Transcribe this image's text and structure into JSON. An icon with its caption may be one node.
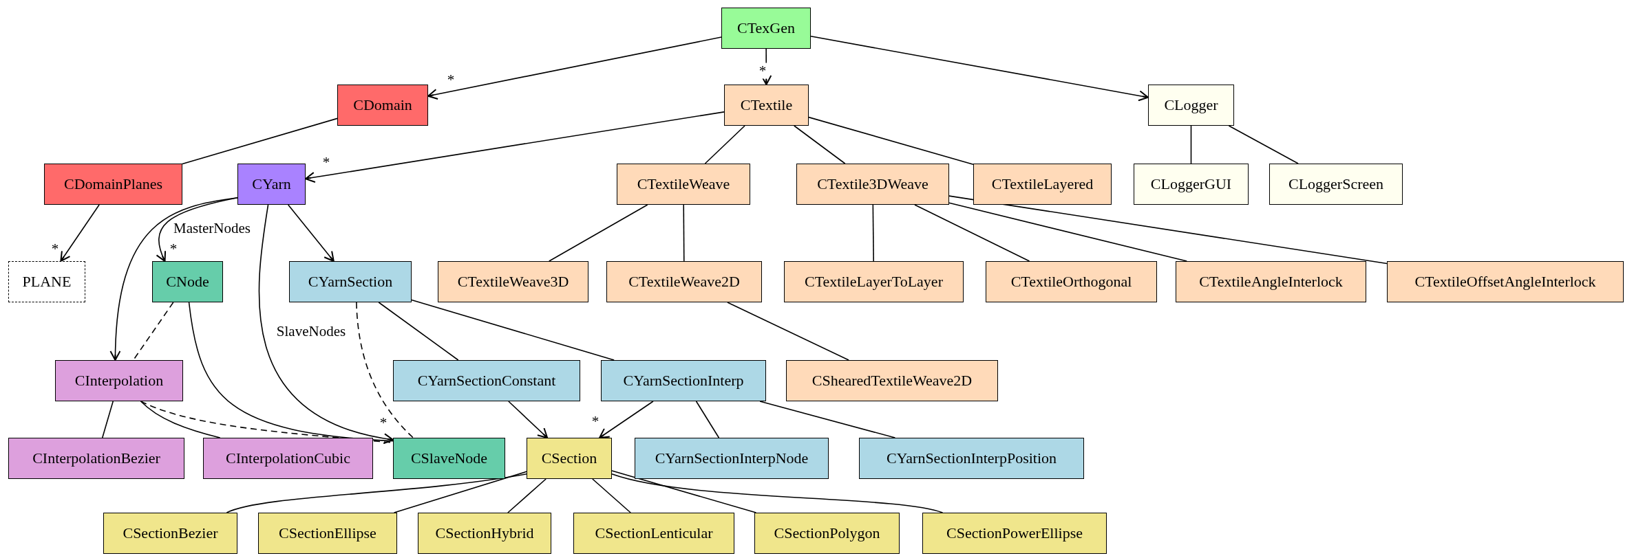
{
  "diagram": {
    "nodes": [
      {
        "text": [
          "CTexGen"
        ]
      },
      {
        "text": [
          "CDomain"
        ]
      },
      {
        "text": [
          "CTextile"
        ]
      },
      {
        "text": [
          "CLogger"
        ]
      },
      {
        "text": [
          "CDomainPlanes"
        ]
      },
      {
        "text": [
          "CYarn"
        ]
      },
      {
        "text": [
          "CTextileWeave"
        ]
      },
      {
        "text": [
          "CTextile3DWeave"
        ]
      },
      {
        "text": [
          "CTextileLayered"
        ]
      },
      {
        "text": [
          "CLoggerGUI"
        ]
      },
      {
        "text": [
          "CLoggerScreen"
        ]
      },
      {
        "text": [
          "PLANE"
        ]
      },
      {
        "text": [
          "CNode"
        ]
      },
      {
        "text": [
          "CYarnSection"
        ]
      },
      {
        "text": [
          "CTextileWeave3D"
        ]
      },
      {
        "text": [
          "CTextileWeave2D"
        ]
      },
      {
        "text": [
          "CTextileLayerToLayer"
        ]
      },
      {
        "text": [
          "CTextileOrthogonal"
        ]
      },
      {
        "text": [
          "CTextileAngleInterlock"
        ]
      },
      {
        "text": [
          "CTextileOffsetAngleInterlock"
        ]
      },
      {
        "text": [
          "CInterpolation"
        ]
      },
      {
        "text": [
          "CYarnSectionConstant"
        ]
      },
      {
        "text": [
          "CYarnSectionInterp"
        ]
      },
      {
        "text": [
          "CShearedTextileWeave2D"
        ]
      },
      {
        "text": [
          "CInterpolationBezier"
        ]
      },
      {
        "text": [
          "CInterpolationCubic"
        ]
      },
      {
        "text": [
          "CSlaveNode"
        ]
      },
      {
        "text": [
          "CSection"
        ]
      },
      {
        "text": [
          "CYarnSectionInterpNode"
        ]
      },
      {
        "text": [
          "CYarnSectionInterpPosition"
        ]
      },
      {
        "text": [
          "CSectionBezier"
        ]
      },
      {
        "text": [
          "CSectionEllipse"
        ]
      },
      {
        "text": [
          "CSectionHybrid"
        ]
      },
      {
        "text": [
          "CSectionLenticular"
        ]
      },
      {
        "text": [
          "CSectionPolygon"
        ]
      },
      {
        "text": [
          "CSectionPowerEllipse"
        ]
      }
    ],
    "edges": [
      {
        "from": 0,
        "to": 1,
        "arrow": "to",
        "label": "*"
      },
      {
        "from": 0,
        "to": 2,
        "arrow": "to",
        "label": "*"
      },
      {
        "from": 0,
        "to": 3,
        "arrow": "to"
      },
      {
        "from": 1,
        "to": 4,
        "arrow": "none"
      },
      {
        "from": 2,
        "to": 5,
        "arrow": "to",
        "label": "*"
      },
      {
        "from": 2,
        "to": 6,
        "arrow": "none"
      },
      {
        "from": 2,
        "to": 7,
        "arrow": "none"
      },
      {
        "from": 2,
        "to": 8,
        "arrow": "none"
      },
      {
        "from": 3,
        "to": 9,
        "arrow": "none"
      },
      {
        "from": 3,
        "to": 10,
        "arrow": "none"
      },
      {
        "from": 4,
        "to": 11,
        "arrow": "to",
        "label": "*"
      },
      {
        "from": 5,
        "to": 20,
        "arrow": "to"
      },
      {
        "from": 5,
        "to": 12,
        "arrow": "to",
        "label": "MasterNodes"
      },
      {
        "from": 5,
        "to": 13,
        "arrow": "to"
      },
      {
        "from": 5,
        "to": 26,
        "arrow": "to",
        "label": "SlaveNodes"
      },
      {
        "from": 6,
        "to": 14,
        "arrow": "none"
      },
      {
        "from": 6,
        "to": 15,
        "arrow": "none"
      },
      {
        "from": 7,
        "to": 16,
        "arrow": "none"
      },
      {
        "from": 7,
        "to": 17,
        "arrow": "none"
      },
      {
        "from": 7,
        "to": 18,
        "arrow": "none"
      },
      {
        "from": 7,
        "to": 19,
        "arrow": "none"
      },
      {
        "from": 12,
        "to": 20,
        "arrow": "none",
        "style": "dashed"
      },
      {
        "from": 12,
        "to": 26,
        "arrow": "none"
      },
      {
        "from": 13,
        "to": 26,
        "arrow": "none",
        "style": "dashed"
      },
      {
        "from": 13,
        "to": 21,
        "arrow": "none"
      },
      {
        "from": 13,
        "to": 22,
        "arrow": "none"
      },
      {
        "from": 15,
        "to": 23,
        "arrow": "none"
      },
      {
        "from": 20,
        "to": 24,
        "arrow": "none"
      },
      {
        "from": 20,
        "to": 25,
        "arrow": "none"
      },
      {
        "from": 20,
        "to": 26,
        "arrow": "none",
        "style": "dashed"
      },
      {
        "from": 21,
        "to": 27,
        "arrow": "to"
      },
      {
        "from": 22,
        "to": 27,
        "arrow": "to",
        "label": "*"
      },
      {
        "from": 22,
        "to": 28,
        "arrow": "none"
      },
      {
        "from": 22,
        "to": 29,
        "arrow": "none"
      },
      {
        "from": 27,
        "to": 30,
        "arrow": "none"
      },
      {
        "from": 27,
        "to": 31,
        "arrow": "none"
      },
      {
        "from": 27,
        "to": 32,
        "arrow": "none"
      },
      {
        "from": 27,
        "to": 33,
        "arrow": "none"
      },
      {
        "from": 27,
        "to": 34,
        "arrow": "none"
      },
      {
        "from": 27,
        "to": 35,
        "arrow": "none"
      }
    ],
    "labels": [
      "*",
      "*"
    ]
  }
}
